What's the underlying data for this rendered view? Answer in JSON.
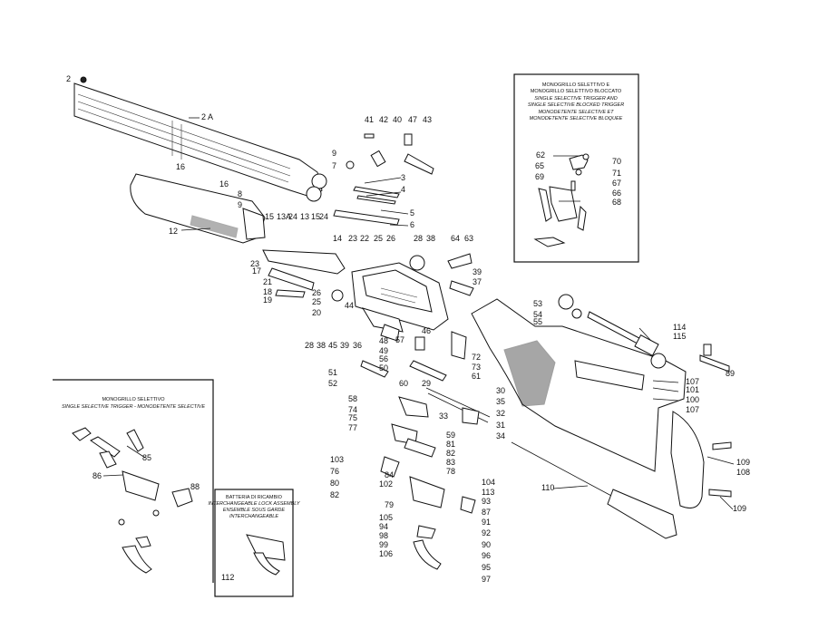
{
  "panels": {
    "blocked": {
      "lines": [
        "MONOGRILLO SELETTIVO E",
        "MONOGRILLO SELETTIVO BLOCCATO",
        "SINGLE SELECTIVE TRIGGER AND",
        "SINGLE SELECTIVE BLOCKED TRIGGER",
        "MONODETENTE SELECTIVE ET",
        "MONODETENTE SELECTIVE BLOQUEE"
      ]
    },
    "selective": {
      "lines": [
        "MONOGRILLO SELETTIVO",
        "SINGLE SELECTIVE TRIGGER - MONODETENTE SELECTIVE"
      ]
    },
    "spare": {
      "lines": [
        "BATTERIA DI RICAMBIO",
        "INTERCHANGEABLE LOCK ASSEMBLY",
        "ENSEMBLE SOUS GARDE",
        "INTERCHANGEABLE"
      ]
    }
  },
  "labels": [
    {
      "id": "2",
      "text": "2"
    },
    {
      "id": "2A",
      "text": "2 A"
    },
    {
      "id": "41",
      "text": "41"
    },
    {
      "id": "42",
      "text": "42"
    },
    {
      "id": "40",
      "text": "40"
    },
    {
      "id": "47",
      "text": "47"
    },
    {
      "id": "43",
      "text": "43"
    },
    {
      "id": "9a",
      "text": "9"
    },
    {
      "id": "7",
      "text": "7"
    },
    {
      "id": "3",
      "text": "3"
    },
    {
      "id": "4",
      "text": "4"
    },
    {
      "id": "16a",
      "text": "16"
    },
    {
      "id": "16b",
      "text": "16"
    },
    {
      "id": "8",
      "text": "8"
    },
    {
      "id": "9b",
      "text": "9"
    },
    {
      "id": "5",
      "text": "5"
    },
    {
      "id": "6",
      "text": "6"
    },
    {
      "id": "12",
      "text": "12"
    },
    {
      "id": "15",
      "text": "15"
    },
    {
      "id": "13A",
      "text": "13A"
    },
    {
      "id": "24a",
      "text": "24"
    },
    {
      "id": "13",
      "text": "13"
    },
    {
      "id": "15b",
      "text": "15"
    },
    {
      "id": "24b",
      "text": "24"
    },
    {
      "id": "14",
      "text": "14"
    },
    {
      "id": "23a",
      "text": "23"
    },
    {
      "id": "22",
      "text": "22"
    },
    {
      "id": "25",
      "text": "25"
    },
    {
      "id": "26a",
      "text": "26"
    },
    {
      "id": "28a",
      "text": "28"
    },
    {
      "id": "38a",
      "text": "38"
    },
    {
      "id": "64",
      "text": "64"
    },
    {
      "id": "63",
      "text": "63"
    },
    {
      "id": "23b",
      "text": "23"
    },
    {
      "id": "17",
      "text": "17"
    },
    {
      "id": "21",
      "text": "21"
    },
    {
      "id": "18",
      "text": "18"
    },
    {
      "id": "19",
      "text": "19"
    },
    {
      "id": "26b",
      "text": "26"
    },
    {
      "id": "25b",
      "text": "25"
    },
    {
      "id": "20",
      "text": "20"
    },
    {
      "id": "39",
      "text": "39"
    },
    {
      "id": "37",
      "text": "37"
    },
    {
      "id": "44",
      "text": "44"
    },
    {
      "id": "28b",
      "text": "28"
    },
    {
      "id": "38b",
      "text": "38"
    },
    {
      "id": "45",
      "text": "45"
    },
    {
      "id": "39b",
      "text": "39"
    },
    {
      "id": "36",
      "text": "36"
    },
    {
      "id": "48",
      "text": "48"
    },
    {
      "id": "57",
      "text": "57"
    },
    {
      "id": "49",
      "text": "49"
    },
    {
      "id": "46",
      "text": "46"
    },
    {
      "id": "56",
      "text": "56"
    },
    {
      "id": "50",
      "text": "50"
    },
    {
      "id": "72",
      "text": "72"
    },
    {
      "id": "73",
      "text": "73"
    },
    {
      "id": "61",
      "text": "61"
    },
    {
      "id": "51",
      "text": "51"
    },
    {
      "id": "52",
      "text": "52"
    },
    {
      "id": "60",
      "text": "60"
    },
    {
      "id": "29",
      "text": "29"
    },
    {
      "id": "30",
      "text": "30"
    },
    {
      "id": "35",
      "text": "35"
    },
    {
      "id": "58",
      "text": "58"
    },
    {
      "id": "74",
      "text": "74"
    },
    {
      "id": "75",
      "text": "75"
    },
    {
      "id": "77",
      "text": "77"
    },
    {
      "id": "33",
      "text": "33"
    },
    {
      "id": "32",
      "text": "32"
    },
    {
      "id": "31",
      "text": "31"
    },
    {
      "id": "34",
      "text": "34"
    },
    {
      "id": "59",
      "text": "59"
    },
    {
      "id": "81",
      "text": "81"
    },
    {
      "id": "82",
      "text": "82"
    },
    {
      "id": "83",
      "text": "83"
    },
    {
      "id": "78",
      "text": "78"
    },
    {
      "id": "103",
      "text": "103"
    },
    {
      "id": "76",
      "text": "76"
    },
    {
      "id": "80",
      "text": "80"
    },
    {
      "id": "82b",
      "text": "82"
    },
    {
      "id": "84",
      "text": "84"
    },
    {
      "id": "53",
      "text": "53"
    },
    {
      "id": "54",
      "text": "54"
    },
    {
      "id": "55",
      "text": "55"
    },
    {
      "id": "114",
      "text": "114"
    },
    {
      "id": "115",
      "text": "115"
    },
    {
      "id": "89",
      "text": "89"
    },
    {
      "id": "107",
      "text": "107"
    },
    {
      "id": "101",
      "text": "101"
    },
    {
      "id": "100",
      "text": "100"
    },
    {
      "id": "107b",
      "text": "107"
    },
    {
      "id": "109",
      "text": "109"
    },
    {
      "id": "108",
      "text": "108"
    },
    {
      "id": "109b",
      "text": "109"
    },
    {
      "id": "110",
      "text": "110"
    },
    {
      "id": "104",
      "text": "104"
    },
    {
      "id": "113",
      "text": "113"
    },
    {
      "id": "93",
      "text": "93"
    },
    {
      "id": "87",
      "text": "87"
    },
    {
      "id": "91",
      "text": "91"
    },
    {
      "id": "92",
      "text": "92"
    },
    {
      "id": "90",
      "text": "90"
    },
    {
      "id": "96",
      "text": "96"
    },
    {
      "id": "95",
      "text": "95"
    },
    {
      "id": "97",
      "text": "97"
    },
    {
      "id": "102",
      "text": "102"
    },
    {
      "id": "79",
      "text": "79"
    },
    {
      "id": "105",
      "text": "105"
    },
    {
      "id": "94",
      "text": "94"
    },
    {
      "id": "98",
      "text": "98"
    },
    {
      "id": "99",
      "text": "99"
    },
    {
      "id": "106",
      "text": "106"
    },
    {
      "id": "62",
      "text": "62"
    },
    {
      "id": "70",
      "text": "70"
    },
    {
      "id": "65",
      "text": "65"
    },
    {
      "id": "71",
      "text": "71"
    },
    {
      "id": "69",
      "text": "69"
    },
    {
      "id": "67",
      "text": "67"
    },
    {
      "id": "66",
      "text": "66"
    },
    {
      "id": "68",
      "text": "68"
    },
    {
      "id": "85",
      "text": "85"
    },
    {
      "id": "86",
      "text": "86"
    },
    {
      "id": "88",
      "text": "88"
    },
    {
      "id": "112",
      "text": "112"
    }
  ]
}
